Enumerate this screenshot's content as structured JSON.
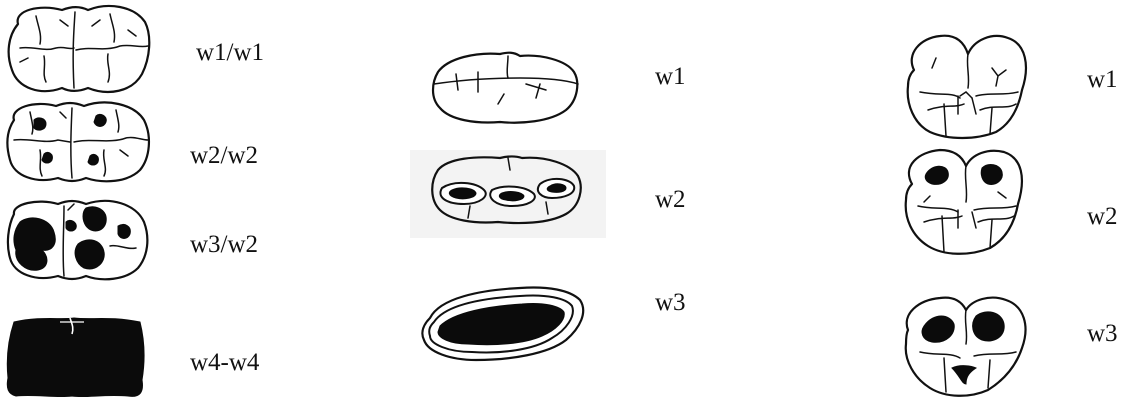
{
  "figure": {
    "left_column": [
      {
        "label": "w1/w1"
      },
      {
        "label": "w2/w2"
      },
      {
        "label": "w3/w2"
      },
      {
        "label": "w4-w4"
      }
    ],
    "middle_column": [
      {
        "label": "w1"
      },
      {
        "label": "w2"
      },
      {
        "label": "w3"
      }
    ],
    "right_column": [
      {
        "label": "w1"
      },
      {
        "label": "w2"
      },
      {
        "label": "w3"
      }
    ]
  }
}
